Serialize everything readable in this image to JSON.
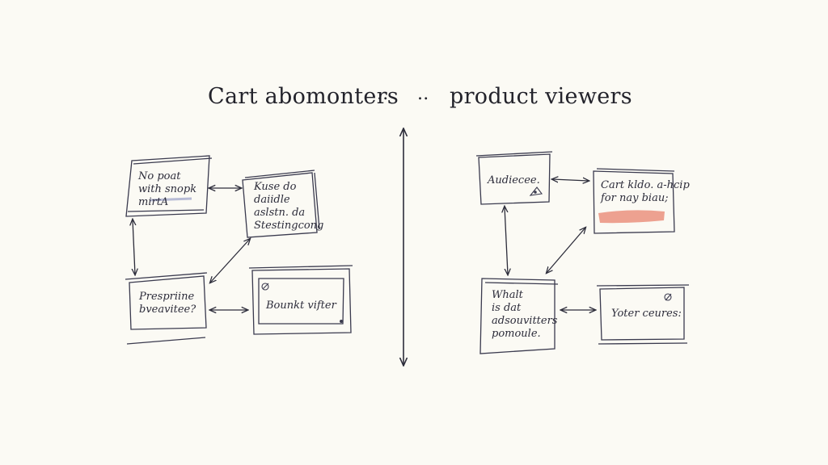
{
  "title": {
    "left": "Cart abomonters",
    "sep_a": "..",
    "sep_b": "..",
    "right": "product viewers"
  },
  "nodes": {
    "l1": "No poat\nwith snopk\nmirtA",
    "l2": "Kuse do\ndaiidle\naslstn. da\nStestingcong",
    "l3": "Prespriine\nbveavitee?",
    "l4": "Bounkt vifter",
    "r1": "Audiecee.",
    "r2": "Cart kldo. a-hcip\nfor nay biau;",
    "r3": "Whalt\nis dat\nadsouvitters\npomoule.",
    "r4": "Yoter ceures:"
  },
  "colors": {
    "ink": "#2c2c3a",
    "highlight": "#e8836f",
    "underline": "#9aa0c8",
    "paper": "#fbfaf4"
  }
}
